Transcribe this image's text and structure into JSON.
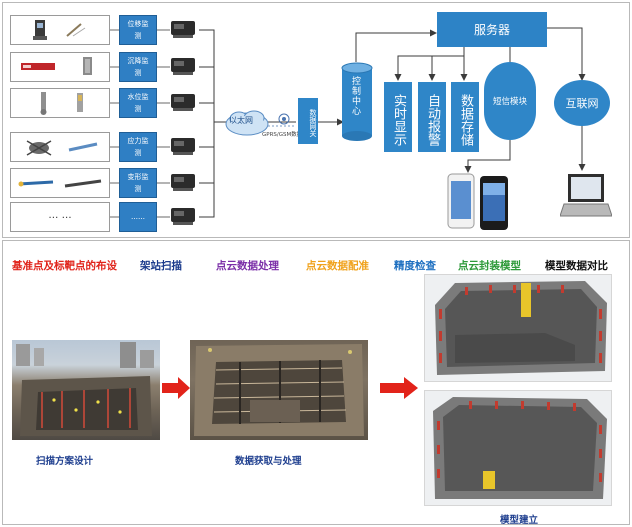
{
  "top": {
    "monitoring_items": [
      {
        "label": "位移监测",
        "icon": "total-station-icon"
      },
      {
        "label": "沉降监测",
        "icon": "settlement-gauge-icon"
      },
      {
        "label": "水位监测",
        "icon": "water-level-gauge-icon"
      },
      {
        "label": "应力监测",
        "icon": "stress-meter-icon"
      },
      {
        "label": "变形监测",
        "icon": "inclinometer-icon"
      },
      {
        "label": "……",
        "icon": "ellipsis-icon"
      }
    ],
    "sensor_placeholder": "… …",
    "cloud_label": "以太网",
    "wireless_label": "GPRS/GSM数据",
    "gateway_label": "数据网关",
    "control_center": "控制中心",
    "server": "服务器",
    "functions": [
      "实时显示",
      "自动报警",
      "数据存储"
    ],
    "sms_module": "短信模块",
    "internet": "互联网",
    "colors": {
      "node_blue": "#2f86c8",
      "server_blue": "#2d83c6",
      "line": "#3b3b3b",
      "arrow": "#5a7fb0"
    }
  },
  "bottom": {
    "steps": [
      {
        "text": "基准点及标靶点的布设",
        "color": "#e0231a"
      },
      {
        "text": "架站扫描",
        "color": "#1a3a8c"
      },
      {
        "text": "点云数据处理",
        "color": "#7b2fa8"
      },
      {
        "text": "点云数据配准",
        "color": "#f0a21c"
      },
      {
        "text": "精度检查",
        "color": "#1d6fc0"
      },
      {
        "text": "点云封装模型",
        "color": "#2e9a3a"
      },
      {
        "text": "模型数据对比",
        "color": "#111111"
      }
    ],
    "captions": {
      "scan_design": "扫描方案设计",
      "acquisition": "数据获取与处理",
      "model": "模型建立"
    },
    "colors": {
      "arrow_red": "#e2231a",
      "caption_blue": "#1f3f8f"
    }
  }
}
